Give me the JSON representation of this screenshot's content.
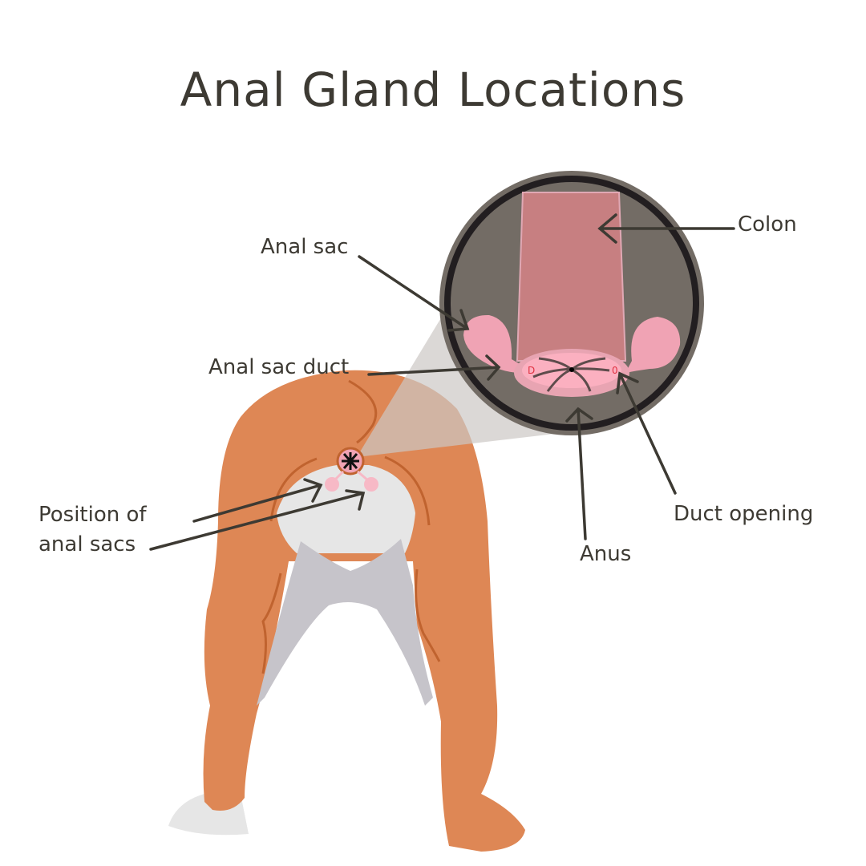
{
  "title": "Anal Gland Locations",
  "labels": {
    "colon": "Colon",
    "anal_sac": "Anal sac",
    "anal_sac_duct": "Anal sac duct",
    "position_line1": "Position of",
    "position_line2": "anal sacs",
    "duct_opening": "Duct opening",
    "anus": "Anus"
  },
  "colors": {
    "fur": "#DE8755",
    "belly": "#E6E6E6",
    "shadow": "#C6C4CA",
    "ink": "#3D3A33",
    "colon": "#C77F81",
    "sac": "#F0A3B4",
    "lens_bg": "#736C65"
  }
}
